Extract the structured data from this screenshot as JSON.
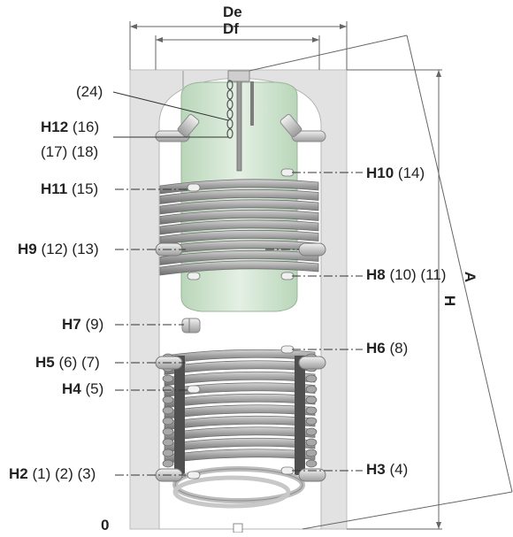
{
  "dimensions": {
    "De": "De",
    "Df": "Df",
    "A": "A",
    "H": "H",
    "zero": "0"
  },
  "connections": [
    {
      "id": "c24",
      "code": "",
      "refs": "(24)"
    },
    {
      "id": "h12",
      "code": "H12",
      "refs": "(16)"
    },
    {
      "id": "c17",
      "code": "",
      "refs": "(17) (18)"
    },
    {
      "id": "h10",
      "code": "H10",
      "refs": "(14)"
    },
    {
      "id": "h11",
      "code": "H11",
      "refs": "(15)"
    },
    {
      "id": "h9",
      "code": "H9",
      "refs": "(12) (13)"
    },
    {
      "id": "h8",
      "code": "H8",
      "refs": "(10) (11)"
    },
    {
      "id": "h7",
      "code": "H7",
      "refs": "(9)"
    },
    {
      "id": "h6",
      "code": "H6",
      "refs": "(8)"
    },
    {
      "id": "h5",
      "code": "H5",
      "refs": "(6) (7)"
    },
    {
      "id": "h4",
      "code": "H4",
      "refs": "(5)"
    },
    {
      "id": "h3",
      "code": "H3",
      "refs": "(4)"
    },
    {
      "id": "h2",
      "code": "H2",
      "refs": "(1) (2) (3)"
    }
  ],
  "colors": {
    "insulation": "#e3e3e3",
    "tank": "#ffffff",
    "upper_zone": "#cfe3cf",
    "coil": "#a9a9a9",
    "coil_dark": "#555555",
    "leader": "#333333"
  }
}
